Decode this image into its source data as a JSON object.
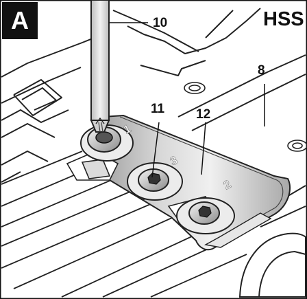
{
  "panel": {
    "letter": "A",
    "blade_type": "HSS"
  },
  "callouts": [
    {
      "id": "callout-10",
      "number": "10"
    },
    {
      "id": "callout-11",
      "number": "11"
    },
    {
      "id": "callout-12",
      "number": "12"
    },
    {
      "id": "callout-8",
      "number": "8"
    }
  ],
  "engraved_marks": [
    "1",
    "3",
    "2"
  ]
}
